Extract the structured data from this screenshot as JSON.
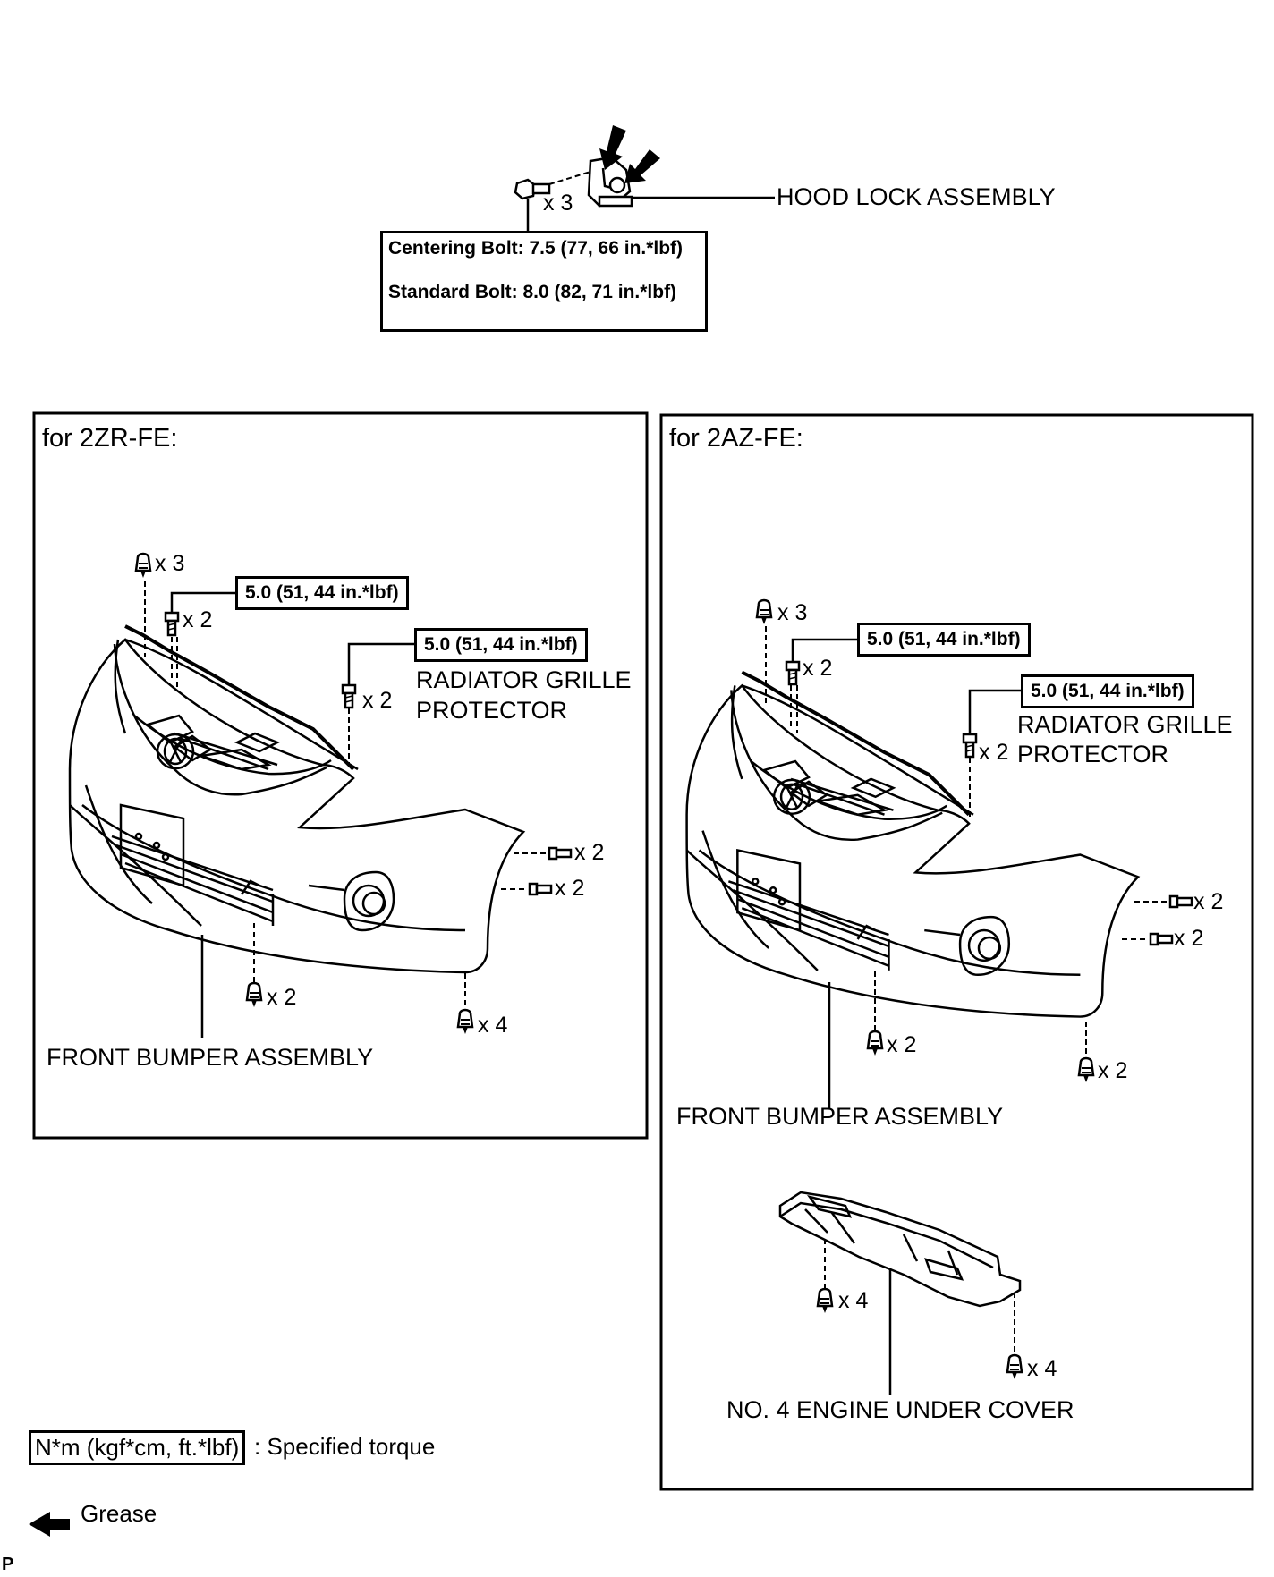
{
  "hood_lock": {
    "label": "HOOD LOCK ASSEMBLY",
    "bolt_qty": "x 3",
    "centering_bolt": "Centering Bolt: 7.5 (77, 66 in.*lbf)",
    "standard_bolt": "Standard Bolt: 8.0 (82, 71 in.*lbf)"
  },
  "panel_left": {
    "title": "for 2ZR-FE:",
    "torque_1": "5.0 (51, 44 in.*lbf)",
    "torque_2": "5.0 (51, 44 in.*lbf)",
    "qty_clip_top": "x 3",
    "qty_bolt_top": "x 2",
    "qty_protector": "x 2",
    "protector_line1": "RADIATOR GRILLE",
    "protector_line2": "PROTECTOR",
    "qty_side_1": "x 2",
    "qty_side_2": "x 2",
    "qty_bottom_1": "x 2",
    "qty_bottom_2": "x 4",
    "bumper_label": "FRONT BUMPER ASSEMBLY"
  },
  "panel_right": {
    "title": "for 2AZ-FE:",
    "torque_1": "5.0 (51, 44 in.*lbf)",
    "torque_2": "5.0 (51, 44 in.*lbf)",
    "qty_clip_top": "x 3",
    "qty_bolt_top": "x 2",
    "qty_protector": "x 2",
    "protector_line1": "RADIATOR GRILLE",
    "protector_line2": "PROTECTOR",
    "qty_side_1": "x 2",
    "qty_side_2": "x 2",
    "qty_bottom_1": "x 2",
    "qty_bottom_2": "x 2",
    "bumper_label": "FRONT BUMPER ASSEMBLY",
    "cover_qty_1": "x 4",
    "cover_qty_2": "x 4",
    "cover_label": "NO. 4 ENGINE UNDER COVER"
  },
  "legend": {
    "torque_box": "N*m (kgf*cm, ft.*lbf)",
    "torque_text": ": Specified torque",
    "grease_text": "Grease"
  },
  "corner_mark": "P"
}
